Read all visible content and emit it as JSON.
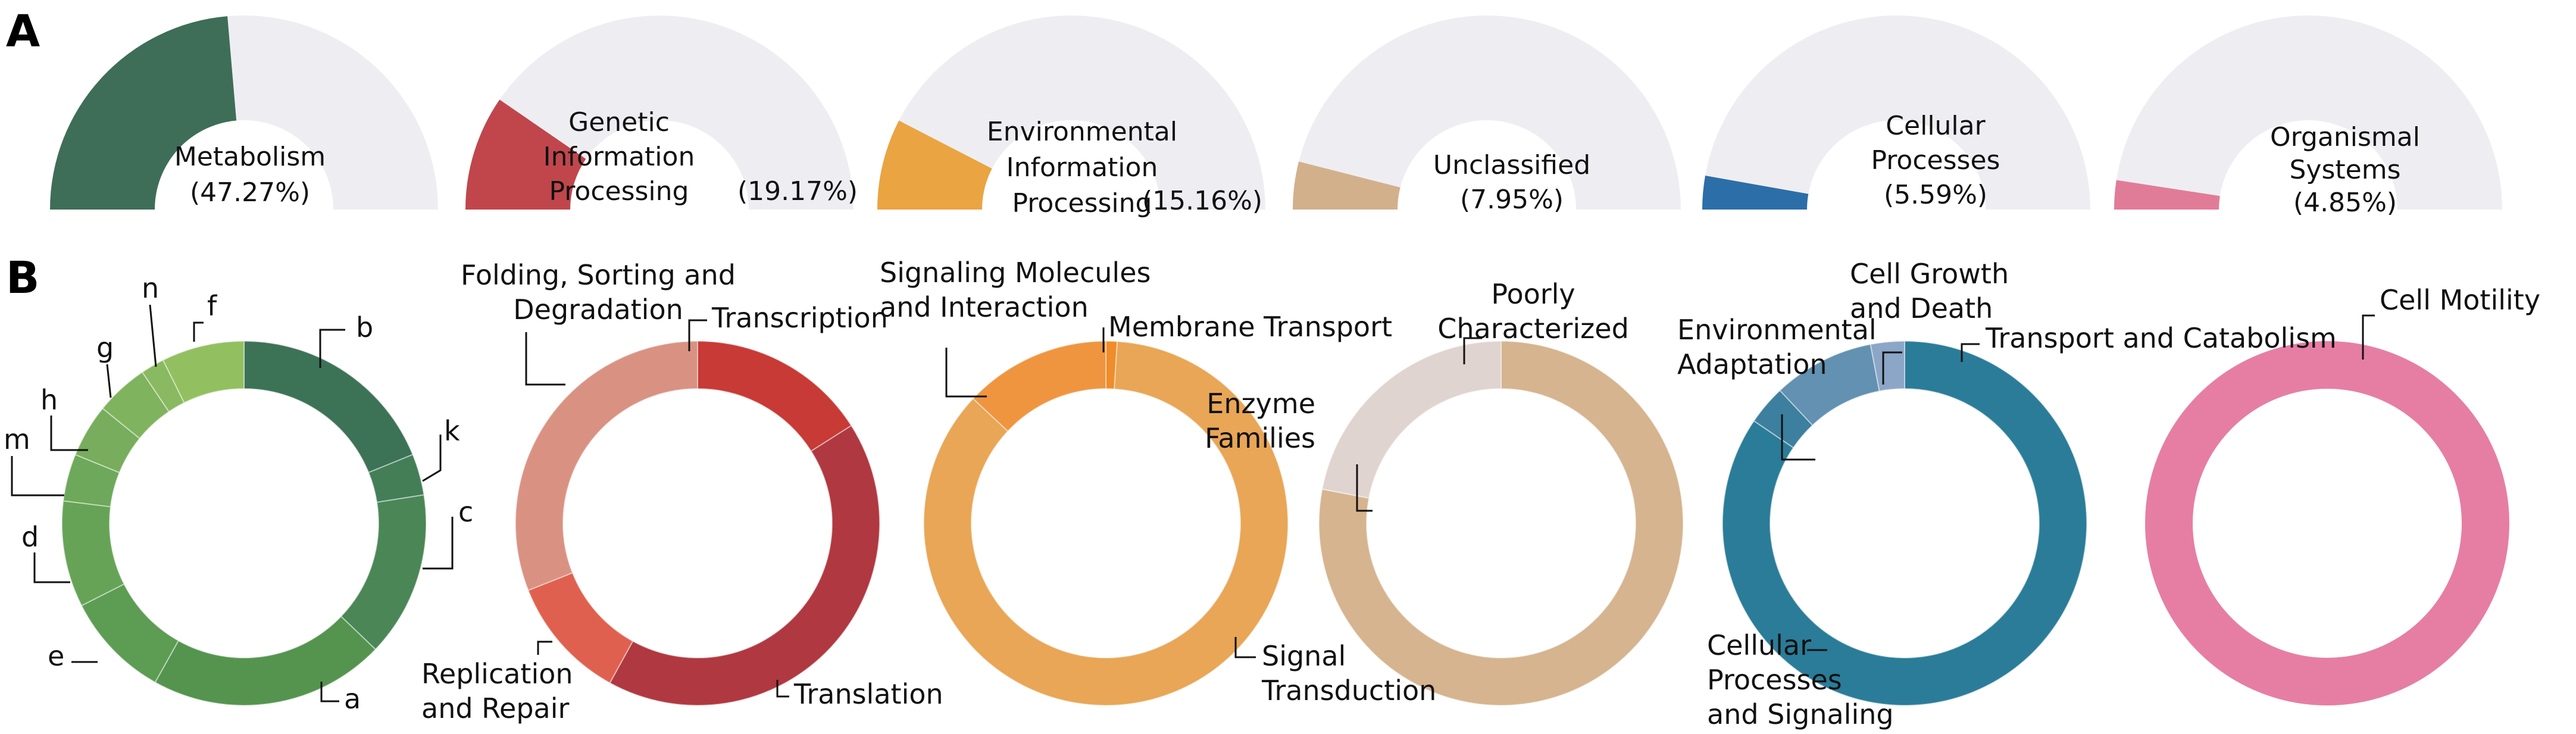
{
  "panel_labels": [
    "A",
    "B"
  ],
  "chart_data": [
    {
      "type": "pie",
      "panel": "A",
      "style": "half-donut gauges",
      "gauges": [
        {
          "name_lines": [
            "Metabolism"
          ],
          "value_text": "(47.27%)",
          "value": 47.27,
          "color": "#3e6e57"
        },
        {
          "name_lines": [
            "Genetic",
            "Information",
            "Processing"
          ],
          "value_text": "(19.17%)",
          "value": 19.17,
          "color": "#c0464c"
        },
        {
          "name_lines": [
            "Environmental",
            "Information",
            "Processing"
          ],
          "value_text": "(15.16%)",
          "value": 15.16,
          "color": "#eaa442"
        },
        {
          "name_lines": [
            "Unclassified"
          ],
          "value_text": "(7.95%)",
          "value": 7.95,
          "color": "#d3b08c"
        },
        {
          "name_lines": [
            "Cellular",
            "Processes"
          ],
          "value_text": "(5.59%)",
          "value": 5.59,
          "color": "#2c6ea8"
        },
        {
          "name_lines": [
            "Organismal",
            "Systems"
          ],
          "value_text": "(4.85%)",
          "value": 4.85,
          "color": "#e17c98"
        }
      ],
      "track_color": "#eeeef2"
    },
    {
      "type": "pie",
      "panel": "B",
      "style": "donuts",
      "donuts": [
        {
          "slices": [
            {
              "label": "b",
              "value": 18,
              "color": "#3c7256"
            },
            {
              "label": "k",
              "value": 3.5,
              "color": "#437e57"
            },
            {
              "label": "c",
              "value": 14,
              "color": "#4a8656"
            },
            {
              "label": "a",
              "value": 20,
              "color": "#54944f"
            },
            {
              "label": "e",
              "value": 9,
              "color": "#5d9c53"
            },
            {
              "label": "d",
              "value": 9,
              "color": "#66a357"
            },
            {
              "label": "m",
              "value": 4,
              "color": "#6ea85a"
            },
            {
              "label": "h",
              "value": 4.5,
              "color": "#77ad5c"
            },
            {
              "label": "g",
              "value": 4.5,
              "color": "#80b35e"
            },
            {
              "label": "n",
              "value": 2,
              "color": "#89b960"
            },
            {
              "label": "f",
              "value": 7,
              "color": "#92c060"
            }
          ]
        },
        {
          "slices": [
            {
              "label": "Transcription",
              "value": 16,
              "color": "#c73a35"
            },
            {
              "label": "Translation",
              "value": 42,
              "color": "#b03840"
            },
            {
              "label": "Replication and Repair",
              "value": 11,
              "color": "#e0604f"
            },
            {
              "label": "Folding, Sorting and Degradation",
              "value": 31,
              "color": "#d99282"
            }
          ]
        },
        {
          "slices": [
            {
              "label": "Membrane Transport",
              "value": 1,
              "color": "#f08c2b"
            },
            {
              "label": "Signal Transduction",
              "value": 86,
              "color": "#e8a656"
            },
            {
              "label": "Signaling Molecules and Interaction",
              "value": 13,
              "color": "#ef9540"
            }
          ]
        },
        {
          "slices": [
            {
              "label": "Poorly Characterized",
              "value": 78,
              "color": "#d5b48f"
            },
            {
              "label": "Enzyme Families",
              "value": 22,
              "color": "#e0d4d0"
            }
          ]
        },
        {
          "slices": [
            {
              "label": "Cellular Processes and Signaling",
              "value": 84.5,
              "color": "#2a7c98"
            },
            {
              "label": "Environmental Adaptation",
              "value": 3.5,
              "color": "#3c7f9e"
            },
            {
              "label": "Cell Growth and Death",
              "value": 9,
              "color": "#6291b1"
            },
            {
              "label": "Transport and Catabolism",
              "value": 3,
              "color": "#8ca6c8"
            }
          ]
        },
        {
          "slices": [
            {
              "label": "Cell Motility",
              "value": 100,
              "color": "#e67ea3"
            }
          ]
        }
      ],
      "callouts": [
        [
          "b"
        ],
        [
          "k"
        ],
        [
          "c"
        ],
        [
          "a"
        ],
        [
          "e"
        ],
        [
          "d"
        ],
        [
          "m"
        ],
        [
          "h"
        ],
        [
          "g"
        ],
        [
          "n"
        ],
        [
          "f"
        ],
        [
          "Folding, Sorting and",
          "Degradation"
        ],
        [
          "Transcription"
        ],
        [
          "Translation"
        ],
        [
          "Replication",
          "and Repair"
        ],
        [
          "Signaling Molecules",
          "and Interaction"
        ],
        [
          "Membrane Transport"
        ],
        [
          "Signal",
          "Transduction"
        ],
        [
          "Poorly",
          "Characterized"
        ],
        [
          "Enzyme",
          "Families"
        ],
        [
          "Cell Growth",
          "and Death"
        ],
        [
          "Transport and Catabolism"
        ],
        [
          "Environmental",
          "Adaptation"
        ],
        [
          "Cellular",
          "Processes",
          "and Signaling"
        ],
        [
          "Cell Motility"
        ]
      ]
    }
  ]
}
